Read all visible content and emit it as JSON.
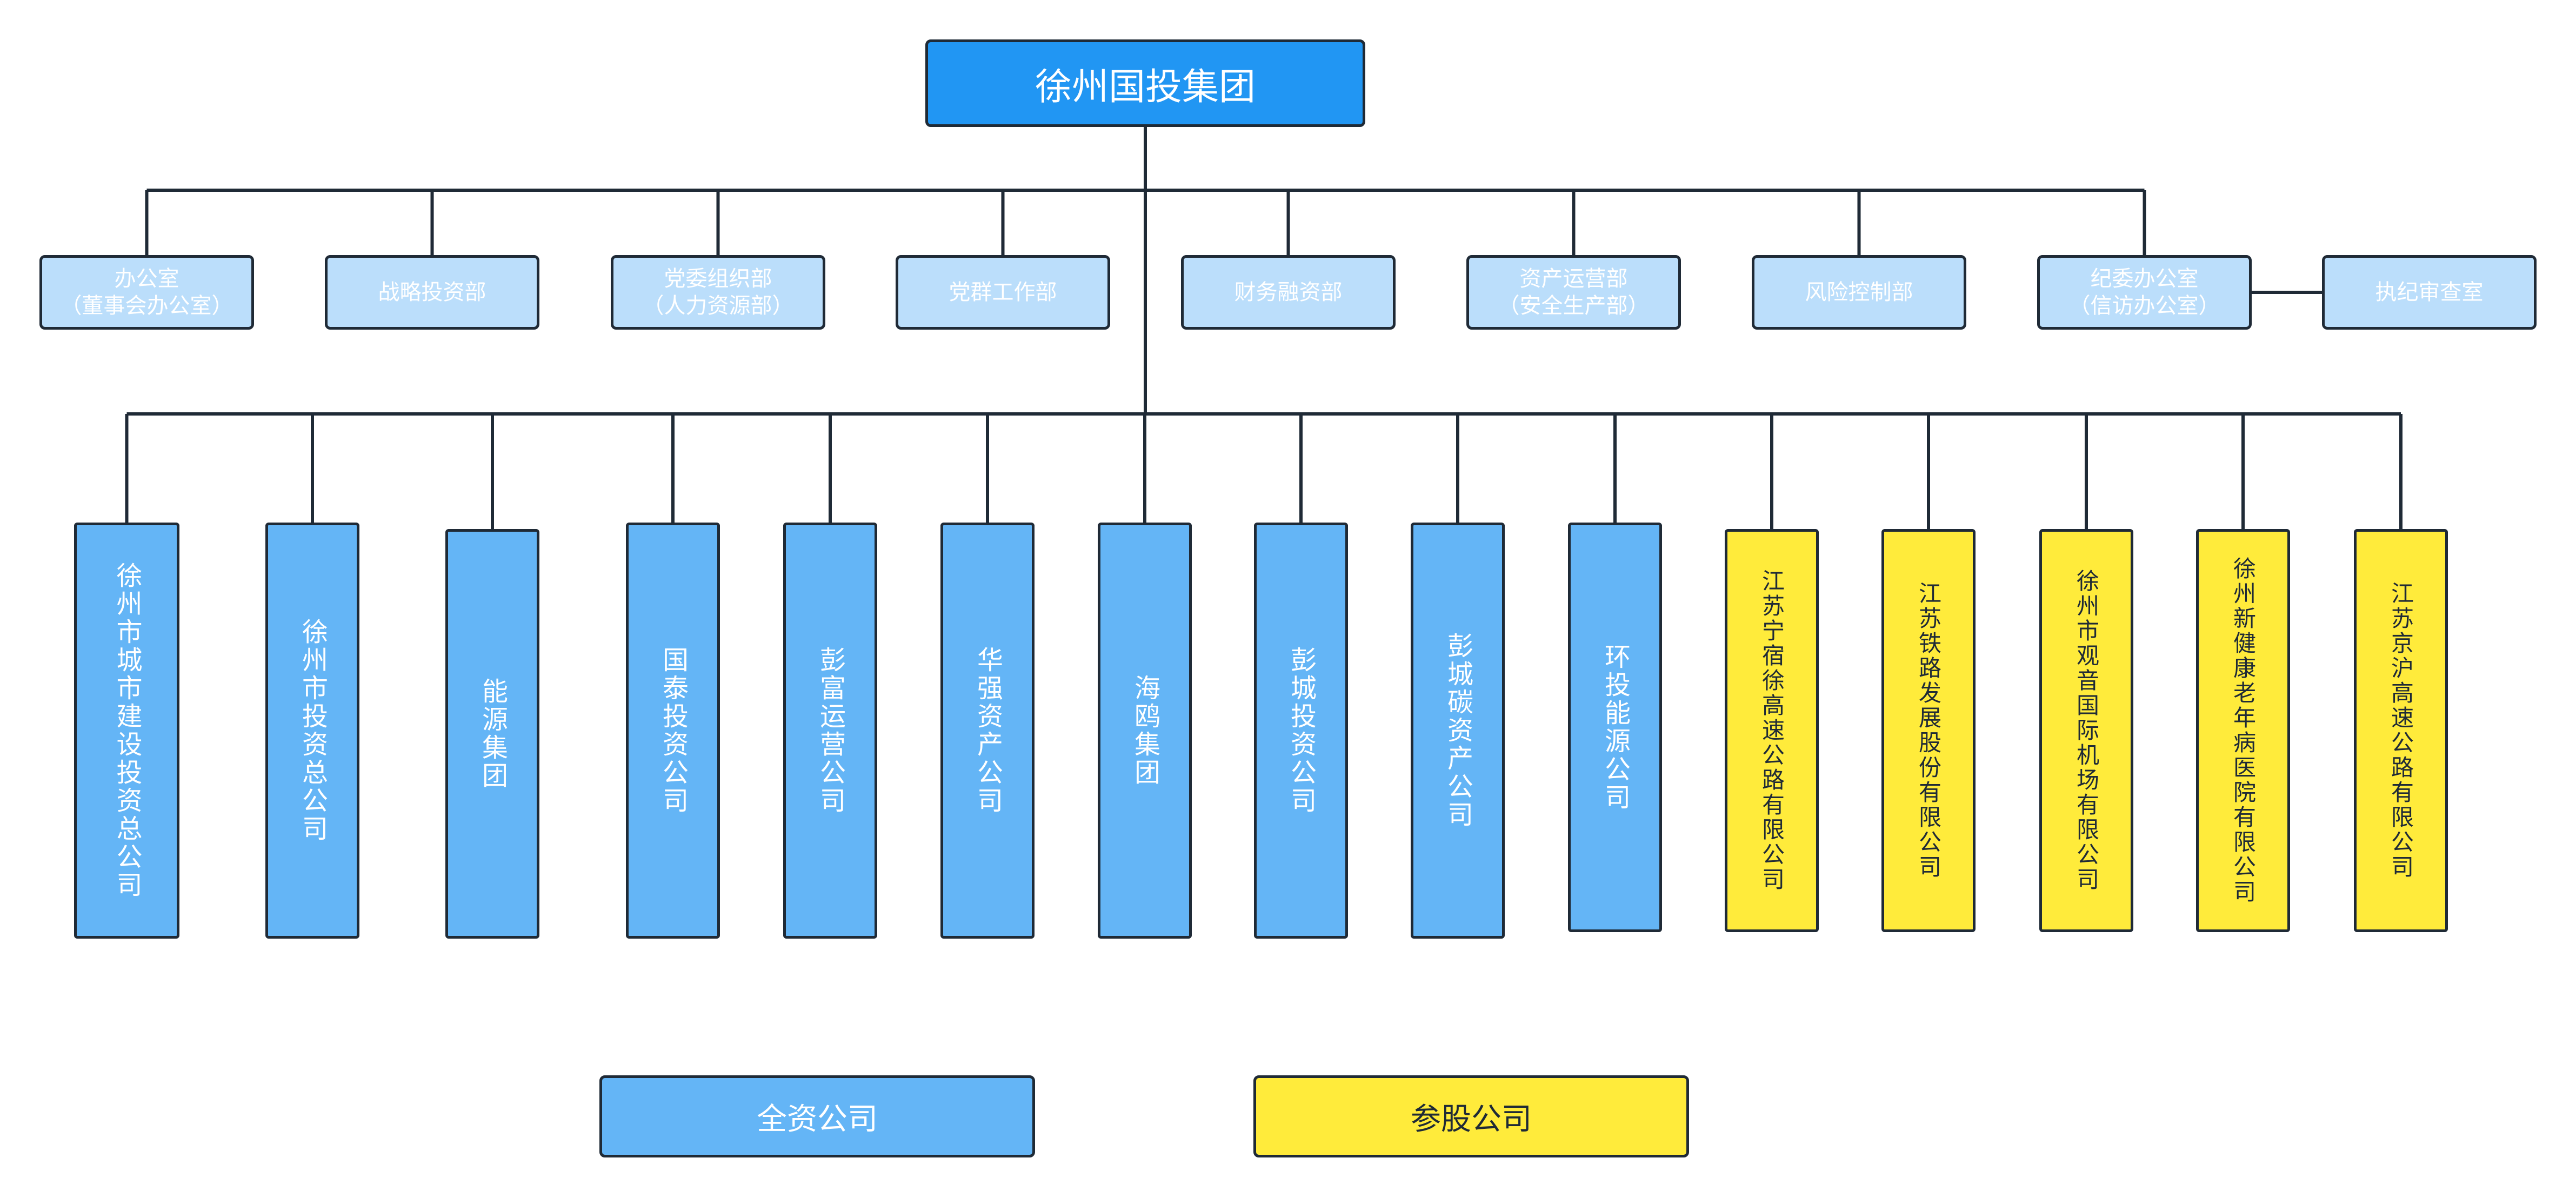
{
  "colors": {
    "root": "#2196f3",
    "department": "#bbdefb",
    "wholly_owned": "#64b5f6",
    "equity_participation": "#ffeb3b",
    "line": "#1f2a36"
  },
  "root": {
    "label": "徐州国投集团"
  },
  "departments": [
    {
      "label": "办公室\n（董事会办公室）"
    },
    {
      "label": "战略投资部"
    },
    {
      "label": "党委组织部\n（人力资源部）"
    },
    {
      "label": "党群工作部"
    },
    {
      "label": "财务融资部"
    },
    {
      "label": "资产运营部\n（安全生产部）"
    },
    {
      "label": "风险控制部"
    },
    {
      "label": "纪委办公室\n（信访办公室）"
    },
    {
      "label": "执纪审查室"
    }
  ],
  "subsidiaries": [
    {
      "label": "徐州市城市建设投资总公司",
      "type": "full"
    },
    {
      "label": "徐州市投资总公司",
      "type": "full"
    },
    {
      "label": "能源集团",
      "type": "full"
    },
    {
      "label": "国泰投资公司",
      "type": "full"
    },
    {
      "label": "彭富运营公司",
      "type": "full"
    },
    {
      "label": "华强资产公司",
      "type": "full"
    },
    {
      "label": "海鸥集团",
      "type": "full"
    },
    {
      "label": "彭城投资公司",
      "type": "full"
    },
    {
      "label": "彭城碳资产公司",
      "type": "full"
    },
    {
      "label": "环投能源公司",
      "type": "full"
    },
    {
      "label": "江苏宁宿徐高速公路有限公司",
      "type": "part"
    },
    {
      "label": "江苏铁路发展股份有限公司",
      "type": "part"
    },
    {
      "label": "徐州市观音国际机场有限公司",
      "type": "part"
    },
    {
      "label": "徐州新健康老年病医院有限公司",
      "type": "part"
    },
    {
      "label": "江苏京沪高速公路有限公司",
      "type": "part"
    }
  ],
  "legend": [
    {
      "label": "全资公司",
      "type": "full"
    },
    {
      "label": "参股公司",
      "type": "part"
    }
  ]
}
